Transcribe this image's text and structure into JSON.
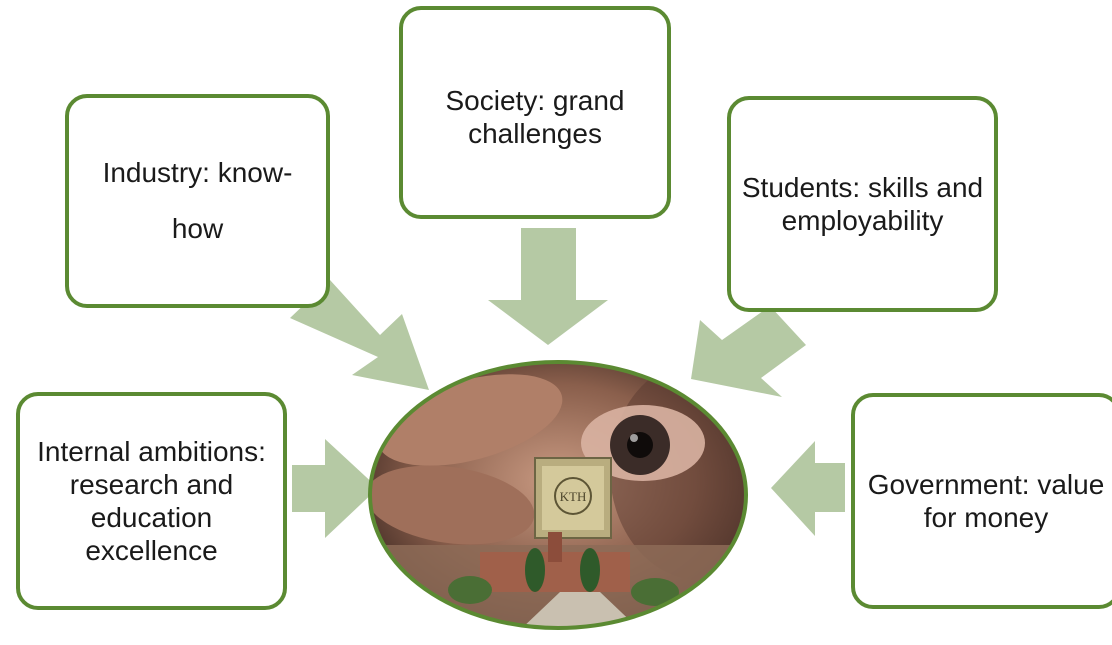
{
  "colors": {
    "box_border": "#5b8a32",
    "arrow_fill": "#b5c9a4",
    "ellipse_border": "#5b8a32"
  },
  "center_image": "photo: hand holding KTH chip over campus",
  "boxes": {
    "society": "Society: grand challenges",
    "industry": "Industry: know-how",
    "students": "Students: skills and employability",
    "internal": "Internal ambitions: research and education excellence",
    "government": "Government: value for money"
  }
}
